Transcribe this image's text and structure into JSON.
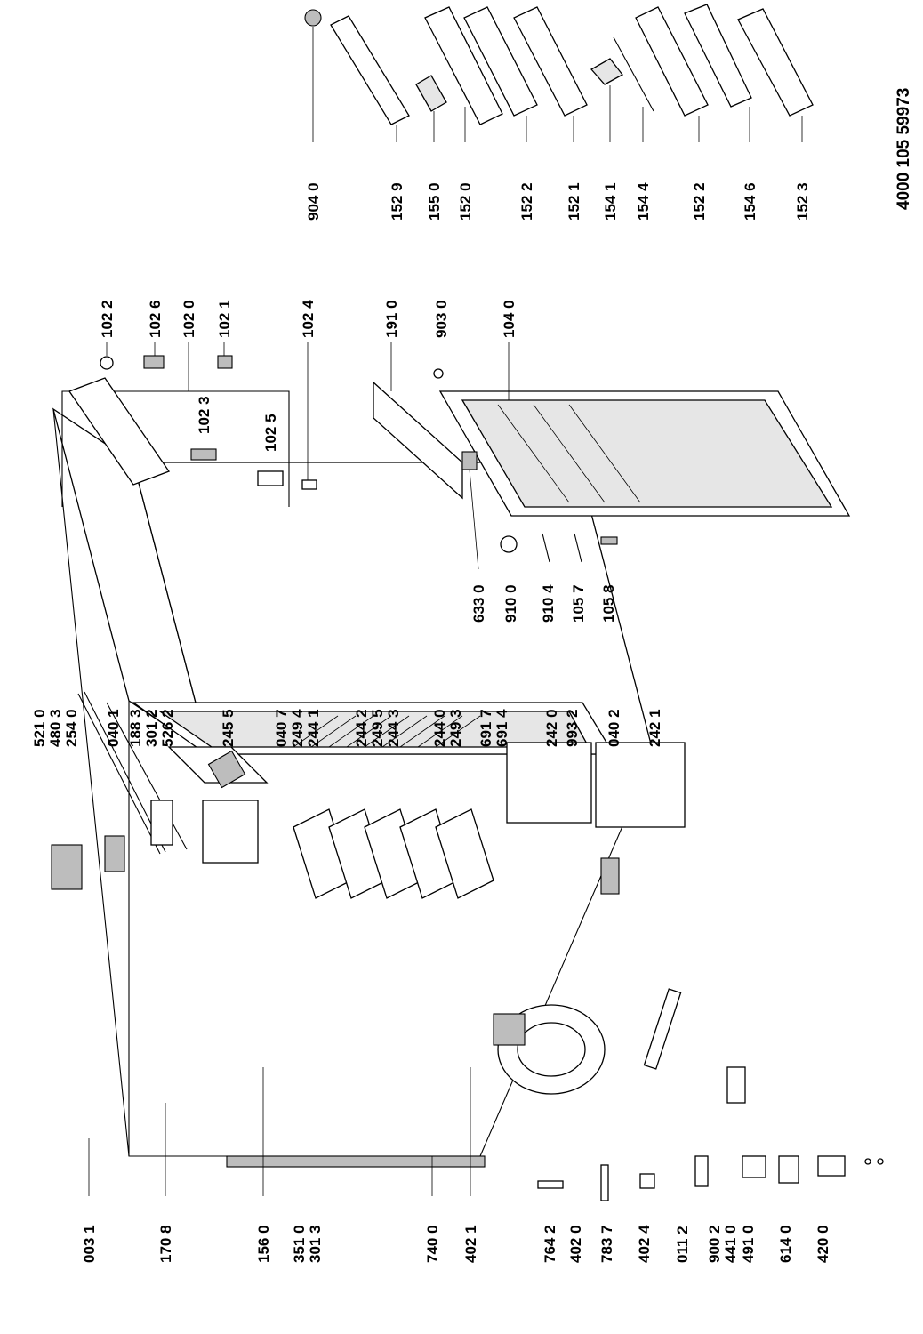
{
  "document_number": "4000 105 59973",
  "groups": {
    "cabinet": {
      "left_labels": [
        {
          "id": "0031",
          "text": "003 1"
        },
        {
          "id": "1708",
          "text": "170 8"
        },
        {
          "id": "1560",
          "text": "156 0"
        },
        {
          "id": "3510",
          "text": "351 0"
        },
        {
          "id": "3013",
          "text": "301 3"
        },
        {
          "id": "7400",
          "text": "740 0"
        },
        {
          "id": "4021",
          "text": "402 1"
        },
        {
          "id": "7642",
          "text": "764 2"
        },
        {
          "id": "4020",
          "text": "402 0"
        },
        {
          "id": "7837",
          "text": "783 7"
        },
        {
          "id": "4024",
          "text": "402 4"
        },
        {
          "id": "0112",
          "text": "011 2"
        },
        {
          "id": "9002",
          "text": "900 2"
        },
        {
          "id": "4410",
          "text": "441 0"
        },
        {
          "id": "4910",
          "text": "491 0"
        },
        {
          "id": "6140",
          "text": "614 0"
        },
        {
          "id": "4200",
          "text": "420 0"
        }
      ],
      "right_labels": [
        {
          "id": "5210",
          "text": "521 0"
        },
        {
          "id": "4803",
          "text": "480 3"
        },
        {
          "id": "2540",
          "text": "254 0"
        },
        {
          "id": "0401",
          "text": "040 1"
        },
        {
          "id": "1883",
          "text": "188 3"
        },
        {
          "id": "3012",
          "text": "301 2"
        },
        {
          "id": "5262",
          "text": "526 2"
        },
        {
          "id": "2455",
          "text": "245 5"
        },
        {
          "id": "0407",
          "text": "040 7"
        },
        {
          "id": "2494",
          "text": "249 4"
        },
        {
          "id": "2441",
          "text": "244 1"
        },
        {
          "id": "2442",
          "text": "244 2"
        },
        {
          "id": "2495",
          "text": "249 5"
        },
        {
          "id": "2443",
          "text": "244 3"
        },
        {
          "id": "2440",
          "text": "244 0"
        },
        {
          "id": "2493",
          "text": "249 3"
        },
        {
          "id": "6917",
          "text": "691 7"
        },
        {
          "id": "6914",
          "text": "691 4"
        },
        {
          "id": "2420",
          "text": "242 0"
        },
        {
          "id": "9932",
          "text": "993 2"
        },
        {
          "id": "0402",
          "text": "040 2"
        },
        {
          "id": "2421",
          "text": "242 1"
        }
      ]
    },
    "door": {
      "top_labels": [
        {
          "id": "1022",
          "text": "102 2"
        },
        {
          "id": "1026",
          "text": "102 6"
        },
        {
          "id": "1020",
          "text": "102 0"
        },
        {
          "id": "1021",
          "text": "102 1"
        },
        {
          "id": "1023",
          "text": "102 3"
        },
        {
          "id": "1025",
          "text": "102 5"
        },
        {
          "id": "1024",
          "text": "102 4"
        },
        {
          "id": "1910",
          "text": "191 0"
        },
        {
          "id": "9030",
          "text": "903 0"
        },
        {
          "id": "1040",
          "text": "104 0"
        }
      ],
      "bottom_labels": [
        {
          "id": "6330",
          "text": "633 0"
        },
        {
          "id": "9100",
          "text": "910 0"
        },
        {
          "id": "9104",
          "text": "910 4"
        },
        {
          "id": "1057",
          "text": "105 7"
        },
        {
          "id": "1058",
          "text": "105 8"
        }
      ]
    },
    "door_shelves": {
      "labels": [
        {
          "id": "9040",
          "text": "904 0"
        },
        {
          "id": "1529",
          "text": "152 9"
        },
        {
          "id": "1550",
          "text": "155 0"
        },
        {
          "id": "1520",
          "text": "152 0"
        },
        {
          "id": "1522a",
          "text": "152 2"
        },
        {
          "id": "1521",
          "text": "152 1"
        },
        {
          "id": "1541",
          "text": "154 1"
        },
        {
          "id": "1544",
          "text": "154 4"
        },
        {
          "id": "1522b",
          "text": "152 2"
        },
        {
          "id": "1546",
          "text": "154 6"
        },
        {
          "id": "1523",
          "text": "152 3"
        }
      ]
    }
  }
}
